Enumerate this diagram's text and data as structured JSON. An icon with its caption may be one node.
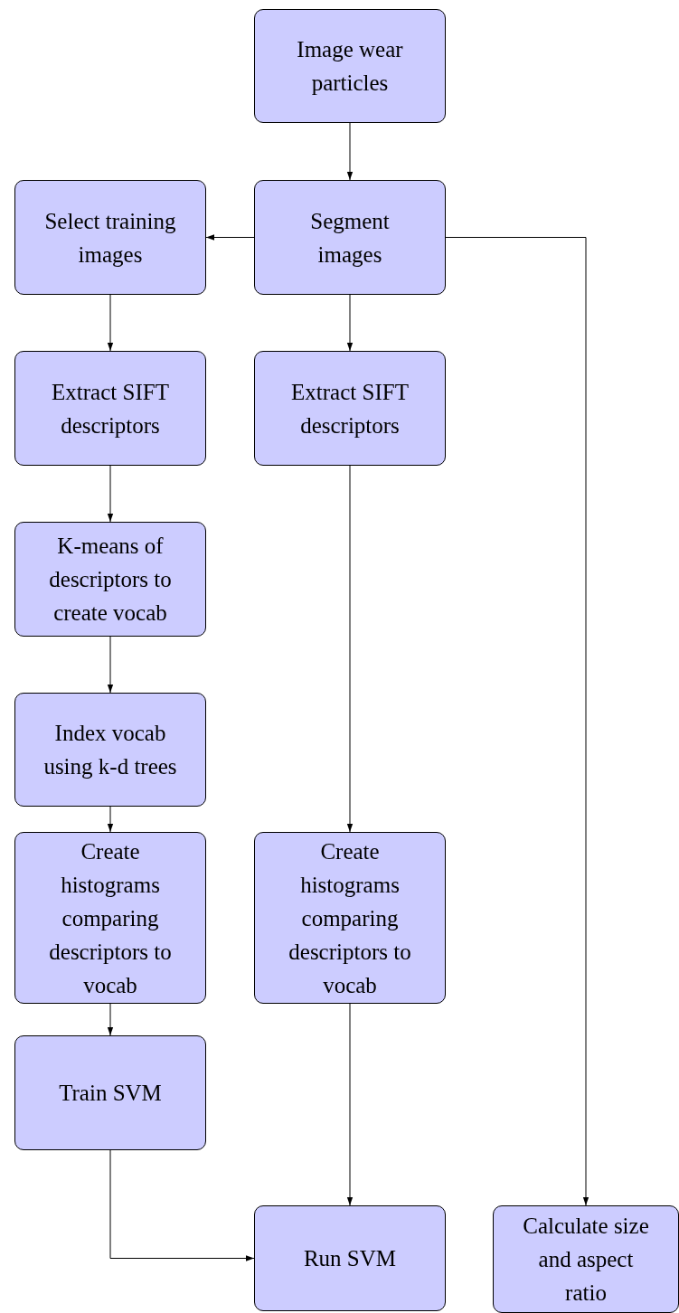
{
  "diagram": {
    "nodes": [
      {
        "text": [
          "Image wear particles"
        ]
      },
      {
        "text": [
          "Select training images"
        ]
      },
      {
        "text": [
          "Segment images"
        ]
      },
      {
        "text": [
          "Extract SIFT descriptors"
        ]
      },
      {
        "text": [
          "Extract SIFT descriptors"
        ]
      },
      {
        "text": [
          "K-means of descriptors to create vocab"
        ]
      },
      {
        "text": [
          "Index vocab using k-d trees"
        ]
      },
      {
        "text": [
          "Create histograms comparing descriptors to vocab"
        ]
      },
      {
        "text": [
          "Create histograms comparing descriptors to vocab"
        ]
      },
      {
        "text": [
          "Train SVM"
        ]
      },
      {
        "text": [
          "Run SVM"
        ]
      },
      {
        "text": [
          "Calculate size and aspect ratio"
        ]
      }
    ],
    "edges": [
      {
        "from": 0,
        "to": 2,
        "arrow": "to"
      },
      {
        "from": 2,
        "to": 1,
        "arrow": "to"
      },
      {
        "from": 2,
        "to": 11,
        "arrow": "to"
      },
      {
        "from": 1,
        "to": 3,
        "arrow": "to"
      },
      {
        "from": 2,
        "to": 4,
        "arrow": "to"
      },
      {
        "from": 3,
        "to": 5,
        "arrow": "to"
      },
      {
        "from": 5,
        "to": 6,
        "arrow": "to"
      },
      {
        "from": 6,
        "to": 7,
        "arrow": "to"
      },
      {
        "from": 7,
        "to": 9,
        "arrow": "to"
      },
      {
        "from": 4,
        "to": 8,
        "arrow": "to"
      },
      {
        "from": 8,
        "to": 10,
        "arrow": "to"
      },
      {
        "from": 9,
        "to": 10,
        "arrow": "to"
      }
    ]
  }
}
